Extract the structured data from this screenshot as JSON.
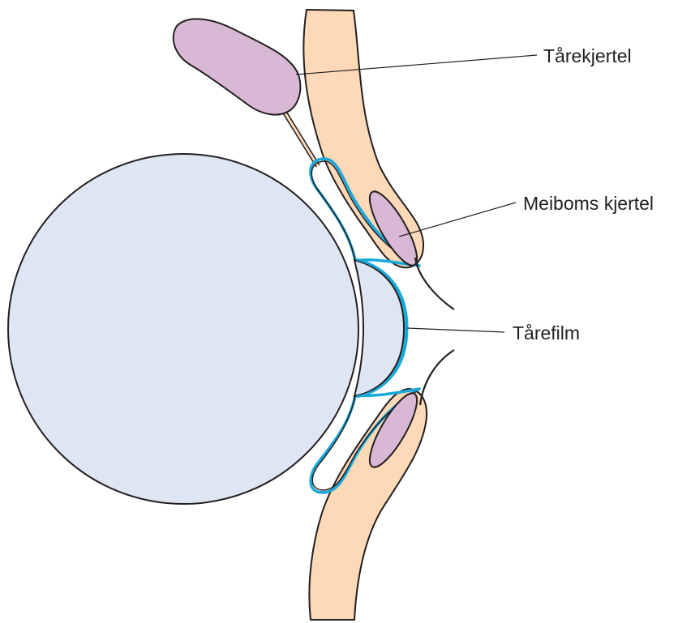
{
  "labels": {
    "tear_gland": "Tårekjertel",
    "meibomian_gland": "Meiboms kjertel",
    "tear_film": "Tårefilm"
  },
  "colors": {
    "eyeball": "#dfe6f3",
    "tear_gland": "#d9b8d5",
    "eyelid": "#fdd9b8",
    "tear_film": "#1aa9d8",
    "outline": "#231f20"
  }
}
